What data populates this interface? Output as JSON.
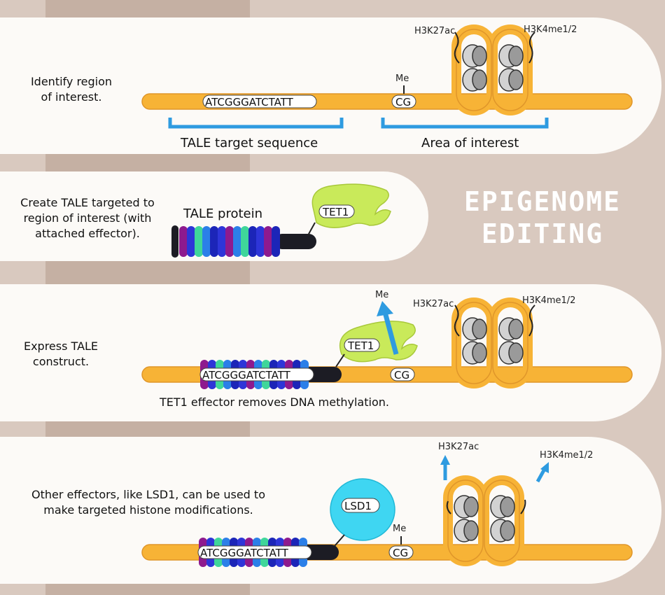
{
  "title": {
    "line1": "EPIGENOME",
    "line2": "EDITING"
  },
  "panel1": {
    "step": "Identify region\nof interest.",
    "sequence": "ATCGGGATCTATT",
    "me": "Me",
    "cg": "CG",
    "h3k27ac": "H3K27ac",
    "h3k4": "H3K4me1/2",
    "target_label": "TALE target sequence",
    "area_label": "Area of interest"
  },
  "panel2": {
    "step": "Create TALE targeted to\nregion of interest (with\nattached effector).",
    "protein_label": "TALE protein",
    "effector": "TET1"
  },
  "panel3": {
    "step": "Express TALE\nconstruct.",
    "sequence": "ATCGGGATCTATT",
    "effector": "TET1",
    "me": "Me",
    "cg": "CG",
    "h3k27ac": "H3K27ac",
    "h3k4": "H3K4me1/2",
    "caption": "TET1 effector removes DNA methylation."
  },
  "panel4": {
    "step": "Other effectors, like LSD1, can be used to\nmake targeted histone modifications.",
    "sequence": "ATCGGGATCTATT",
    "effector": "LSD1",
    "me": "Me",
    "cg": "CG",
    "h3k27ac": "H3K27ac",
    "h3k4": "H3K4me1/2"
  },
  "colors": {
    "dna": "#f7b336",
    "dna_edge": "#e0962a",
    "bracket": "#2e9be0",
    "tet1": "#c9ea5a",
    "lsd1": "#3fd6f2",
    "histone": "#c9c9c9"
  }
}
